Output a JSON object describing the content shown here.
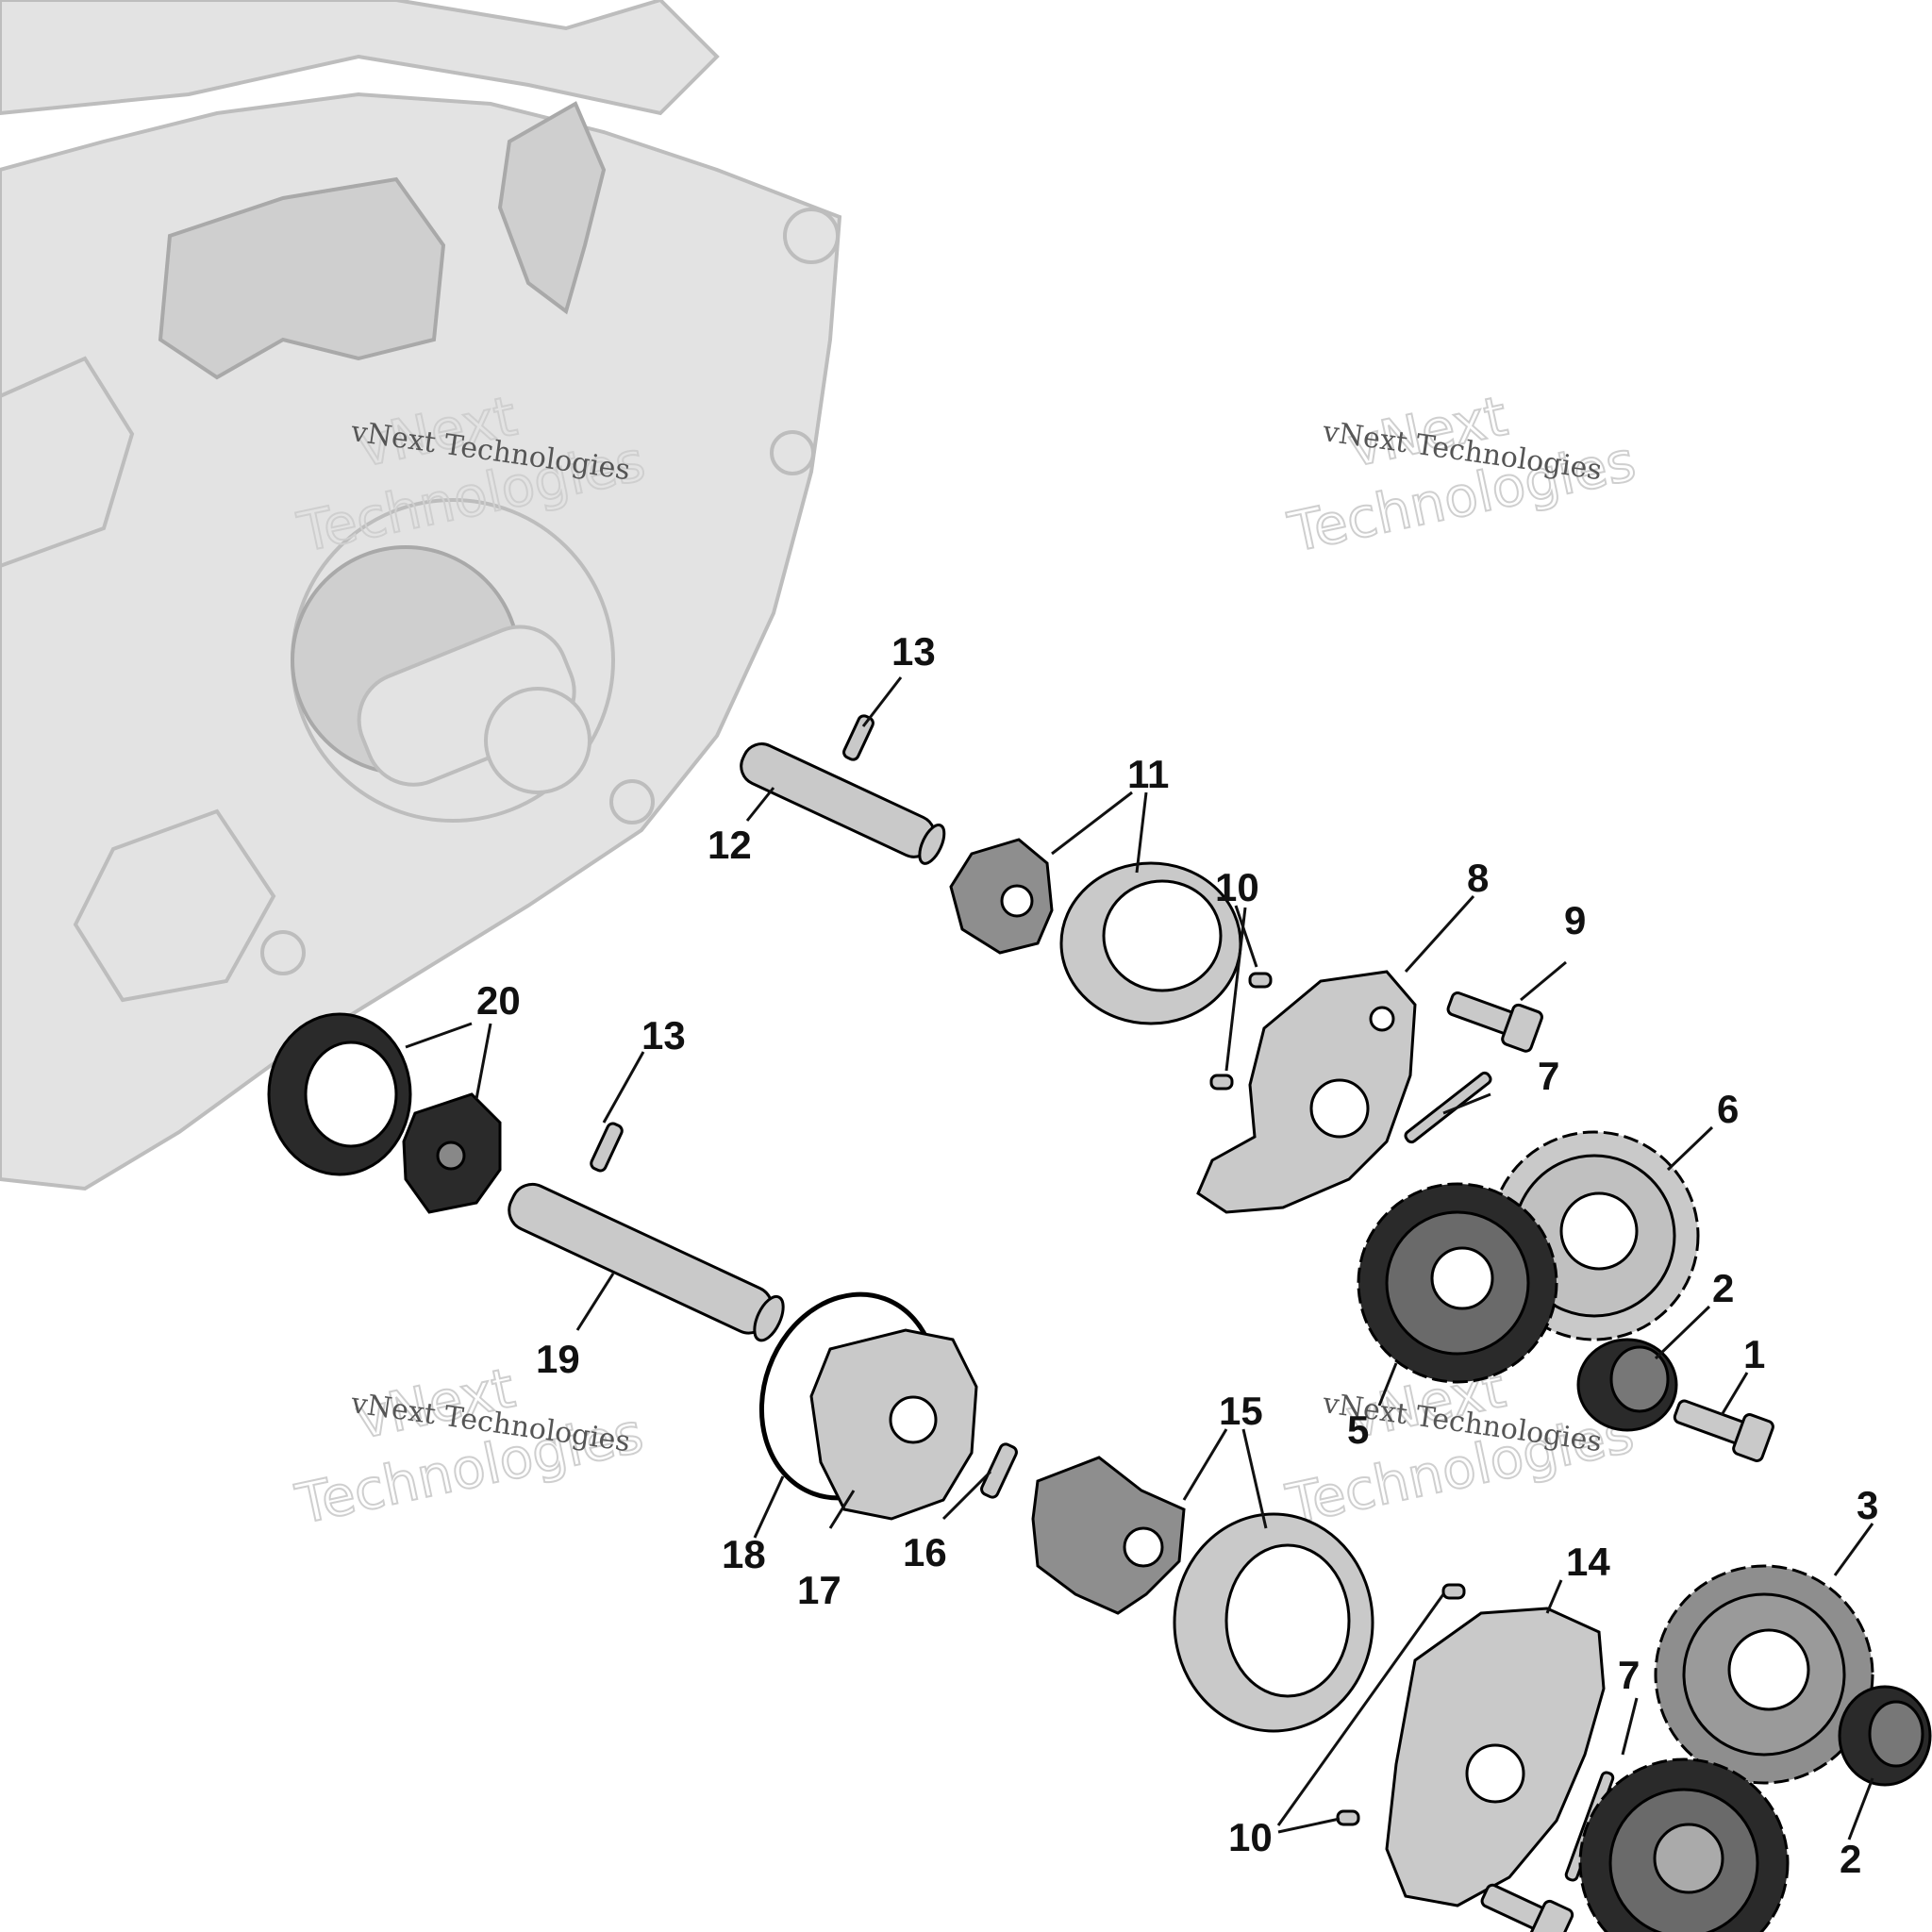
{
  "watermark": {
    "line_small": "vNext Technologies",
    "line_big_1": "vNext",
    "line_big_2": "Technologies"
  },
  "callouts": [
    {
      "id": "c1",
      "label": "1"
    },
    {
      "id": "c2a",
      "label": "2"
    },
    {
      "id": "c2b",
      "label": "2"
    },
    {
      "id": "c3",
      "label": "3"
    },
    {
      "id": "c5",
      "label": "5"
    },
    {
      "id": "c6",
      "label": "6"
    },
    {
      "id": "c7a",
      "label": "7"
    },
    {
      "id": "c7b",
      "label": "7"
    },
    {
      "id": "c8",
      "label": "8"
    },
    {
      "id": "c9",
      "label": "9"
    },
    {
      "id": "c10a",
      "label": "10"
    },
    {
      "id": "c10b",
      "label": "10"
    },
    {
      "id": "c11",
      "label": "11"
    },
    {
      "id": "c12",
      "label": "12"
    },
    {
      "id": "c13a",
      "label": "13"
    },
    {
      "id": "c13b",
      "label": "13"
    },
    {
      "id": "c14",
      "label": "14"
    },
    {
      "id": "c15",
      "label": "15"
    },
    {
      "id": "c16",
      "label": "16"
    },
    {
      "id": "c17",
      "label": "17"
    },
    {
      "id": "c18",
      "label": "18"
    },
    {
      "id": "c19",
      "label": "19"
    },
    {
      "id": "c20",
      "label": "20"
    }
  ]
}
